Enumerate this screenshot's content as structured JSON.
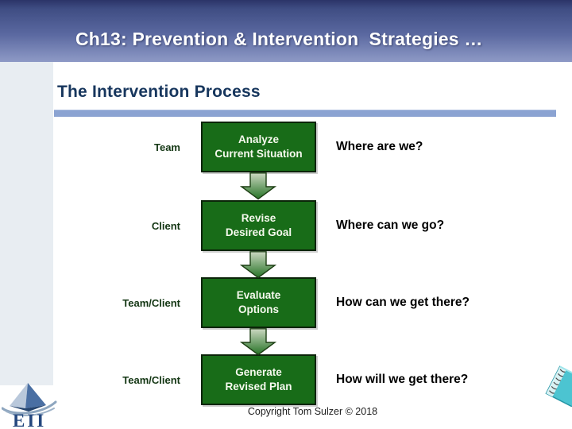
{
  "header": {
    "title": "Ch13: Prevention & Intervention  Strategies …"
  },
  "heading": {
    "text": "The Intervention Process"
  },
  "process": {
    "rows": [
      {
        "actor": "Team",
        "step_line1": "Analyze",
        "step_line2": "Current Situation",
        "question": "Where are we?"
      },
      {
        "actor": "Client",
        "step_line1": "Revise",
        "step_line2": "Desired Goal",
        "question": "Where can we go?"
      },
      {
        "actor": "Team/Client",
        "step_line1": "Evaluate",
        "step_line2": "Options",
        "question": "How can we get there?"
      },
      {
        "actor": "Team/Client",
        "step_line1": "Generate",
        "step_line2": "Revised Plan",
        "question": "How will we get there?"
      }
    ]
  },
  "footer": {
    "copyright": "Copyright Tom Sulzer © 2018"
  },
  "logo": {
    "text": "EII"
  },
  "icons": {
    "logo": "eii-pyramid-logo",
    "corner": "spiral-notebook-image",
    "arrow": "down-block-arrow-icon"
  },
  "colors": {
    "header_gradient_top": "#2b3468",
    "header_gradient_bottom": "#8e9ac6",
    "heading_blue": "#17365d",
    "underline_blue": "#8ba3d2",
    "sidebar_gray": "#e8edf2",
    "box_green": "#186c18",
    "box_border": "#0b2409",
    "box_text": "#f6f9ee",
    "actor_green": "#133613",
    "question_black": "#000000",
    "arrow_light": "#ccd8c2",
    "arrow_dark": "#267326",
    "notebook_teal": "#4cc4d1",
    "logo_blue": "#24477e"
  }
}
